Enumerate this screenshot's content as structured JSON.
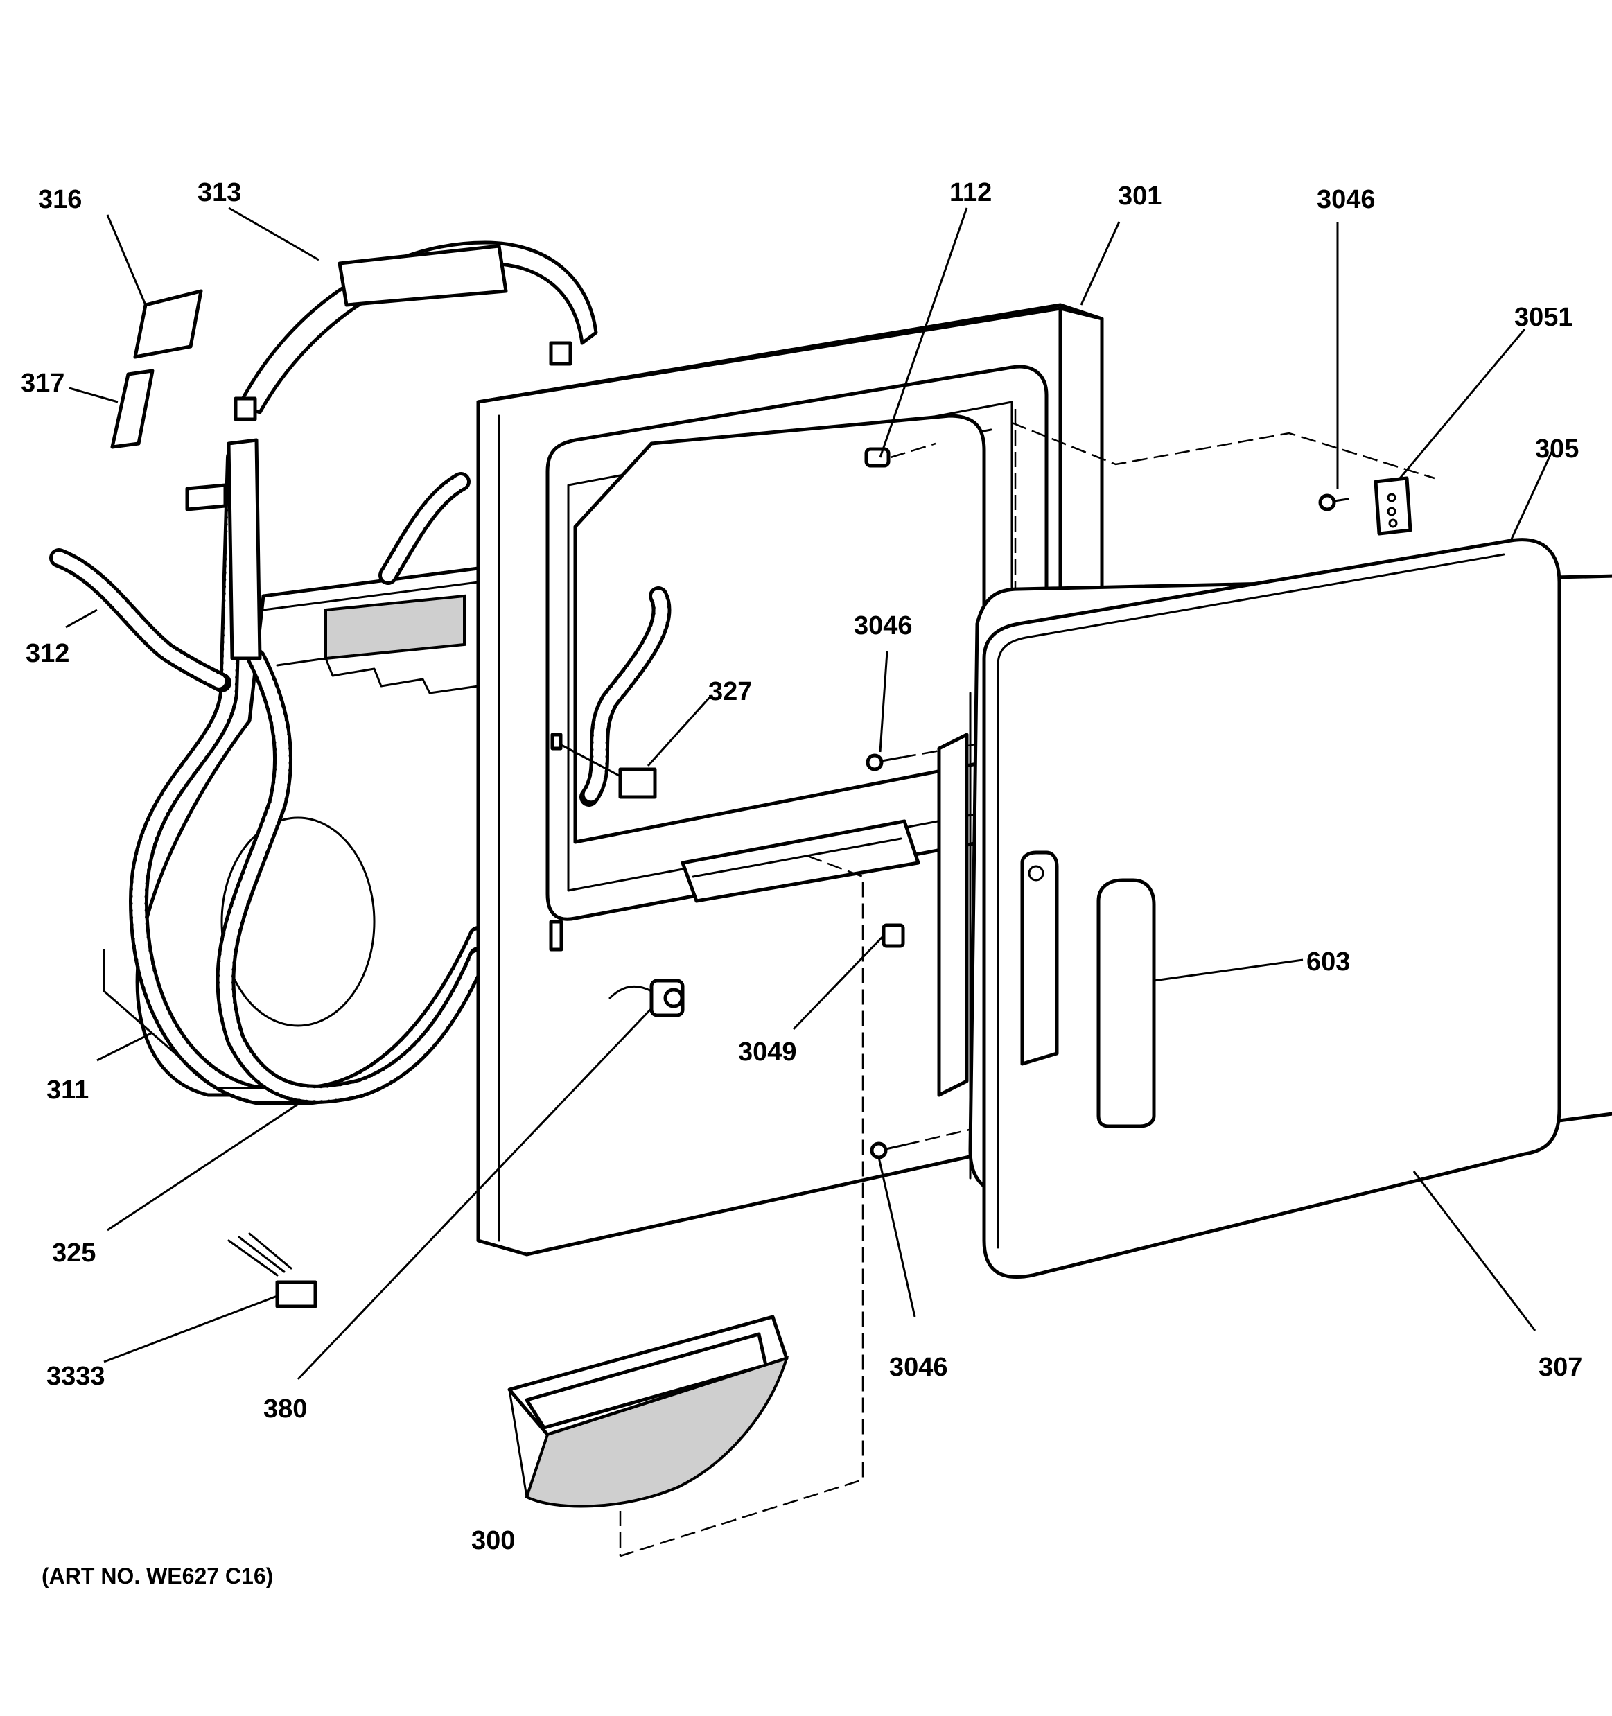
{
  "callouts": {
    "c316": "316",
    "c313": "313",
    "c317": "317",
    "c312": "312",
    "c311": "311",
    "c325": "325",
    "c3333": "3333",
    "c380": "380",
    "c300": "300",
    "c112": "112",
    "c301": "301",
    "c3046_top": "3046",
    "c3051": "3051",
    "c305": "305",
    "c3046_mid": "3046",
    "c327": "327",
    "c603": "603",
    "c3049": "3049",
    "c3046_bottom": "3046",
    "c307": "307"
  },
  "art_number": "(ART NO. WE627 C16)"
}
